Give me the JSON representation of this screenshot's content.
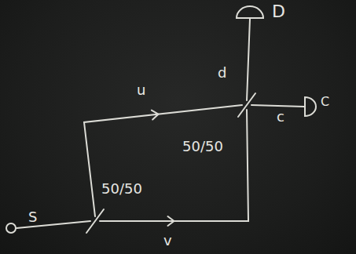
{
  "diagram": {
    "nodes": [
      {
        "text": [
          "S"
        ]
      },
      {
        "text": [
          "50/50"
        ]
      },
      {
        "text": [
          "50/50"
        ]
      },
      {
        "text": [
          "D"
        ]
      },
      {
        "text": [
          "C"
        ]
      }
    ],
    "edges": [
      {
        "from": 0,
        "to": 1,
        "arrow": "none"
      },
      {
        "from": 1,
        "to": 2,
        "label": "u",
        "arrow": "to"
      },
      {
        "from": 1,
        "to": 2,
        "label": "v",
        "arrow": "to"
      },
      {
        "from": 2,
        "to": 3,
        "label": "d",
        "arrow": "none"
      },
      {
        "from": 2,
        "to": 4,
        "label": "c",
        "arrow": "none"
      }
    ]
  }
}
